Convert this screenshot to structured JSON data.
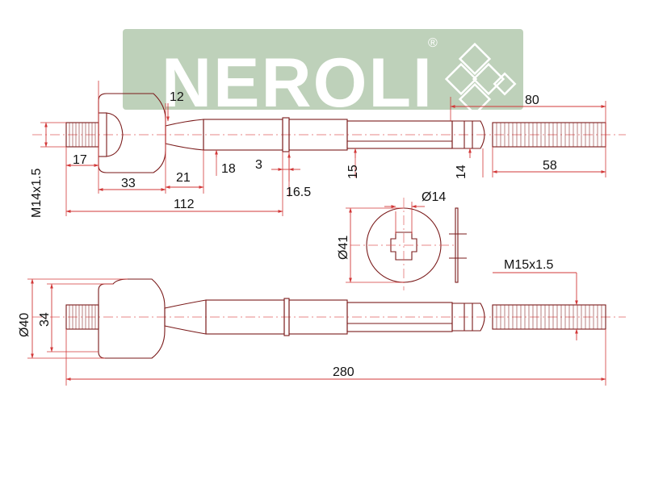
{
  "brand": {
    "name": "NEROLI",
    "registered_mark": "®",
    "panel_color": "#b9cdb4",
    "text_color": "#ffffff"
  },
  "colors": {
    "part_line": "#7a1a1a",
    "dimension_line": "#d23838"
  },
  "dimensions": {
    "top_thread": "M14x1.5",
    "d17": "17",
    "d12": "12",
    "d33": "33",
    "d21": "21",
    "d18": "18",
    "d3": "3",
    "d16_5": "16.5",
    "d15": "15",
    "d14": "14",
    "d80": "80",
    "d58": "58",
    "d112": "112",
    "washer_inner": "Ø14",
    "washer_outer": "Ø41",
    "bottom_thread": "M15x1.5",
    "d40": "Ø40",
    "d34": "34",
    "total_length": "280"
  }
}
